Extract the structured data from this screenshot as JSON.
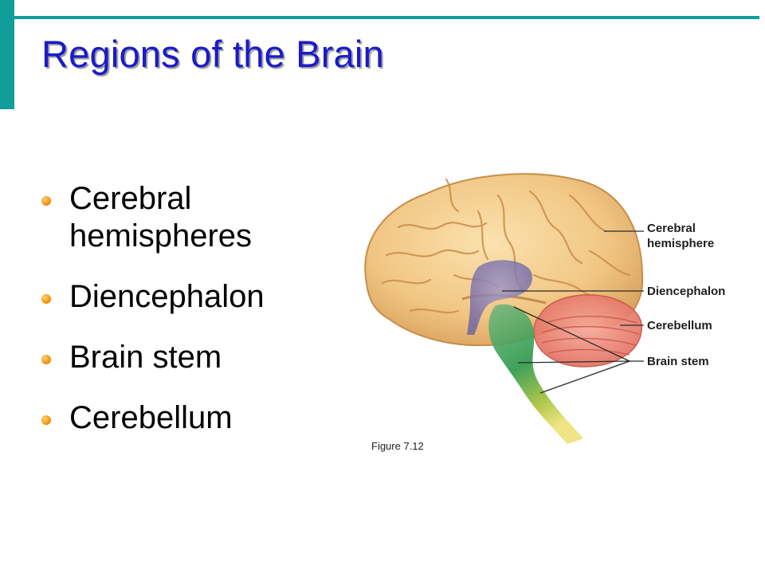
{
  "slide": {
    "title": "Regions of the Brain",
    "bullets": [
      {
        "line1": "Cerebral",
        "line2": "hemispheres"
      },
      {
        "line1": "Diencephalon"
      },
      {
        "line1": "Brain stem"
      },
      {
        "line1": "Cerebellum"
      }
    ],
    "accent_color": "#0f9e9a",
    "title_color": "#1a1acc"
  },
  "figure": {
    "labels": {
      "cerebral_1": "Cerebral",
      "cerebral_2": "hemisphere",
      "diencephalon": "Diencephalon",
      "cerebellum": "Cerebellum",
      "brain_stem": "Brain stem"
    },
    "caption": "Figure 7.12"
  }
}
